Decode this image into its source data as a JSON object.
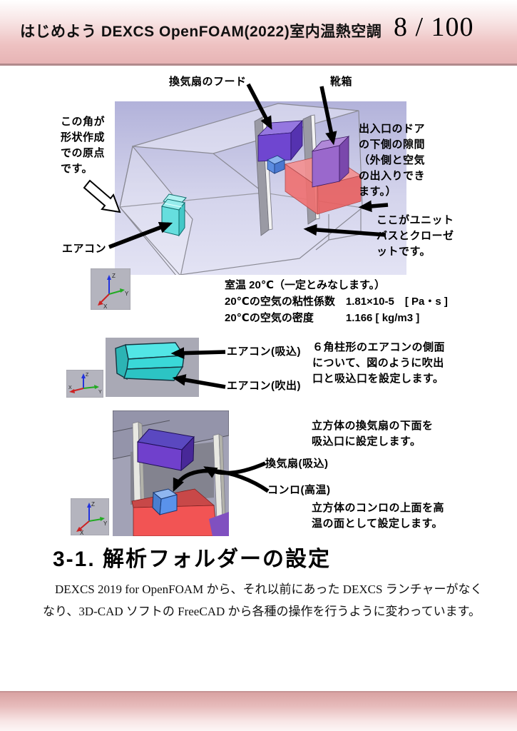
{
  "header": {
    "title": "はじめよう DEXCS OpenFOAM(2022)室内温熱空調",
    "page_number": "8 / 100"
  },
  "main_figure": {
    "labels": {
      "fan_hood": "換気扇のフード",
      "shoe_box": "靴箱",
      "origin_note": "この角が\n形状作成\nでの原点\nです。",
      "aircon": "エアコン",
      "door_gap_note": "出入口のドア\nの下側の隙間\n（外側と空気\nの出入りでき\nます。）",
      "unit_bath_note": "ここがユニット\nバスとクローゼ\nットです。"
    }
  },
  "conditions": {
    "text": "室温 20℃（一定とみなします。）\n20℃の空気の粘性係数　1.81×10-5　[ Pa・s ]\n20℃の空気の密度　　　1.166 [ kg/m3 ]"
  },
  "aircon_figure": {
    "labels": {
      "intake": "エアコン(吸込)",
      "outlet": "エアコン(吹出)"
    },
    "note": "６角柱形のエアコンの側面\nについて、図のように吹出\n口と吸込口を設定します。"
  },
  "kitchen_figure": {
    "labels": {
      "fan_intake": "換気扇(吸込)",
      "stove": "コンロ(高温)"
    },
    "note_top": "立方体の換気扇の下面を\n吸込口に設定します。",
    "note_bottom": "立方体のコンロの上面を高\n温の面として設定します。"
  },
  "section": {
    "heading": "3-1. 解析フォルダーの設定",
    "body": "　DEXCS 2019 for OpenFOAM から、それ以前にあった DEXCS ランチャーがなく\nなり、3D-CAD ソフトの FreeCAD から各種の操作を行うように変わっています。"
  },
  "axis": {
    "x": "X",
    "y": "Y",
    "z": "Z"
  },
  "colors": {
    "header_pink": "#e7b4b5",
    "footer_pink": "#d9a2a2",
    "scene_background": "#c6c6e4",
    "aircon_cyan": "#4ad8d8",
    "hood_purple": "#7040cc",
    "shoebox_purple": "#9a68cc",
    "counter_red": "#f06060",
    "stove_blue": "#5a8ee8",
    "axis_x_red": "#cc2222",
    "axis_y_green": "#22aa22",
    "axis_z_blue": "#2233dd"
  }
}
